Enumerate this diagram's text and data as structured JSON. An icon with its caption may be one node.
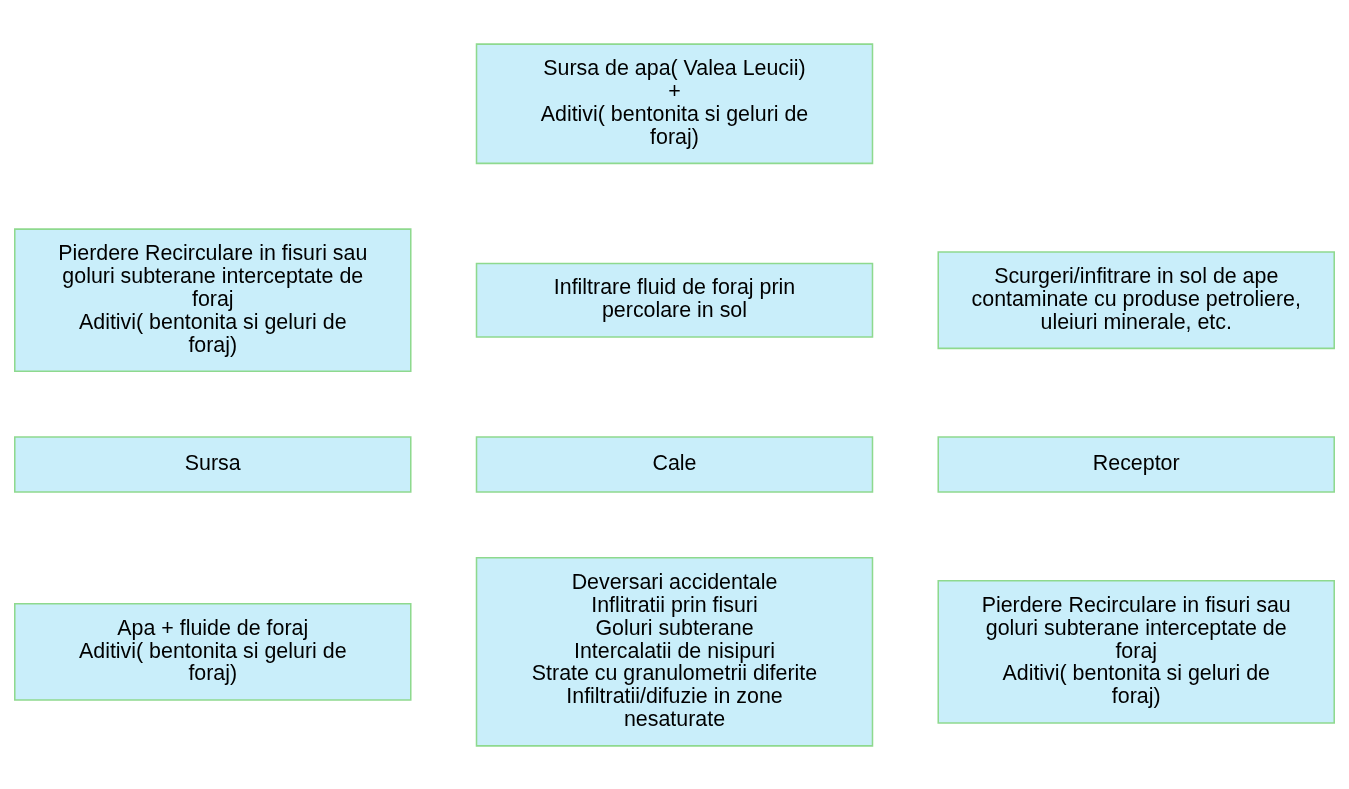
{
  "diagram": {
    "nodes": [
      {
        "text": [
          "Sursa de apa( Valea Leucii)",
          "+",
          "Aditivi( bentonita si geluri de foraj)"
        ]
      },
      {
        "text": [
          "Pierdere Recirculare in fisuri sau goluri subterane interceptate de foraj",
          "Aditivi( bentonita si geluri de foraj)"
        ]
      },
      {
        "text": [
          "Infiltrare fluid de foraj prin percolare in sol"
        ]
      },
      {
        "text": [
          "Scurgeri/infitrare in sol de ape contaminate cu produse petroliere, uleiuri minerale, etc."
        ]
      },
      {
        "text": [
          "Sursa"
        ]
      },
      {
        "text": [
          "Cale"
        ]
      },
      {
        "text": [
          "Receptor"
        ]
      },
      {
        "text": [
          "Apa + fluide de foraj",
          "Aditivi( bentonita si geluri de foraj)"
        ]
      },
      {
        "text": [
          "Deversari accidentale",
          "Inflitratii prin fisuri",
          "Goluri subterane",
          "Intercalatii de nisipuri",
          "Strate cu granulometrii diferite",
          "Infiltratii/difuzie in zone nesaturate"
        ]
      },
      {
        "text": [
          "Pierdere Recirculare in fisuri sau goluri subterane interceptate de foraj",
          "Aditivi( bentonita si geluri de foraj)"
        ]
      }
    ],
    "edges": []
  }
}
